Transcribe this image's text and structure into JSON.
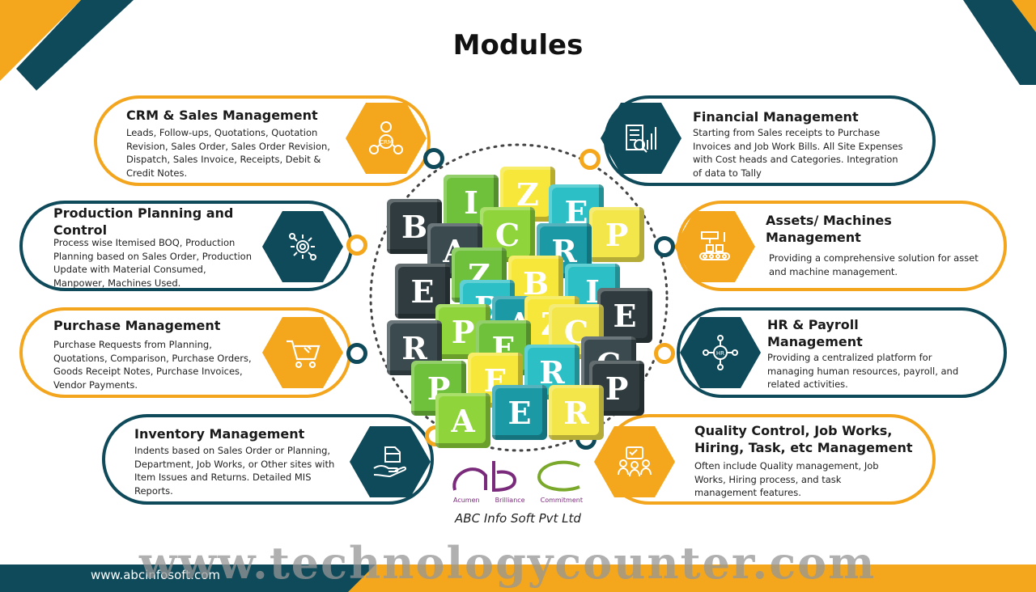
{
  "page": {
    "title": "Modules"
  },
  "modules": {
    "crm": {
      "title": "CRM & Sales Management",
      "desc": "Leads, Follow-ups, Quotations, Quotation Revision, Sales Order, Sales Order Revision, Dispatch, Sales Invoice, Receipts, Debit & Credit Notes."
    },
    "production": {
      "title": "Production Planning and Control",
      "desc": "Process wise Itemised BOQ, Production Planning based on Sales Order, Production Update with Material Consumed, Manpower, Machines Used."
    },
    "purchase": {
      "title": "Purchase Management",
      "desc": "Purchase Requests from Planning, Quotations, Comparison, Purchase Orders, Goods Receipt Notes, Purchase Invoices, Vendor Payments."
    },
    "inventory": {
      "title": "Inventory Management",
      "desc": "Indents based on Sales Order or Planning, Department, Job Works, or Other sites with Item Issues and Returns. Detailed MIS Reports."
    },
    "financial": {
      "title": "Financial Management",
      "desc": "Starting from Sales receipts to Purchase Invoices and Job Work Bills. All Site Expenses with Cost heads and Categories. Integration of data to Tally"
    },
    "assets": {
      "title": "Assets/ Machines Management",
      "desc": "Providing a comprehensive solution for asset and machine management."
    },
    "hr": {
      "title": "HR & Payroll Management",
      "desc": "Providing a centralized platform for managing human resources, payroll, and related activities."
    },
    "quality": {
      "title": "Quality Control, Job Works, Hiring, Task, etc Management",
      "desc": "Often include Quality management, Job Works, Hiring process, and task management features."
    }
  },
  "icons": {
    "crm": "crm-people-icon",
    "production": "gear-process-icon",
    "purchase": "shopping-cart-icon",
    "inventory": "box-hand-icon",
    "financial": "finance-report-icon",
    "assets": "conveyor-machine-icon",
    "hr": "hr-network-icon",
    "quality": "quality-team-icon"
  },
  "cube_letters": [
    "B",
    "I",
    "Z",
    "E",
    "A",
    "C",
    "R",
    "P",
    "E",
    "Z",
    "B",
    "I",
    "R",
    "P",
    "A",
    "C",
    "E",
    "P",
    "E",
    "R",
    "C",
    "A",
    "E",
    "R",
    "P",
    "E",
    "Z",
    "B"
  ],
  "logo": {
    "mark": "abc",
    "tagline": [
      "Acumen",
      "Brilliance",
      "Commitment"
    ],
    "company": "ABC Info Soft Pvt Ltd"
  },
  "footer": {
    "website": "www.abcinfosoft.com",
    "watermark": "www.technologycounter.com"
  },
  "colors": {
    "orange": "#f4a71c",
    "teal": "#0f4a5a"
  }
}
